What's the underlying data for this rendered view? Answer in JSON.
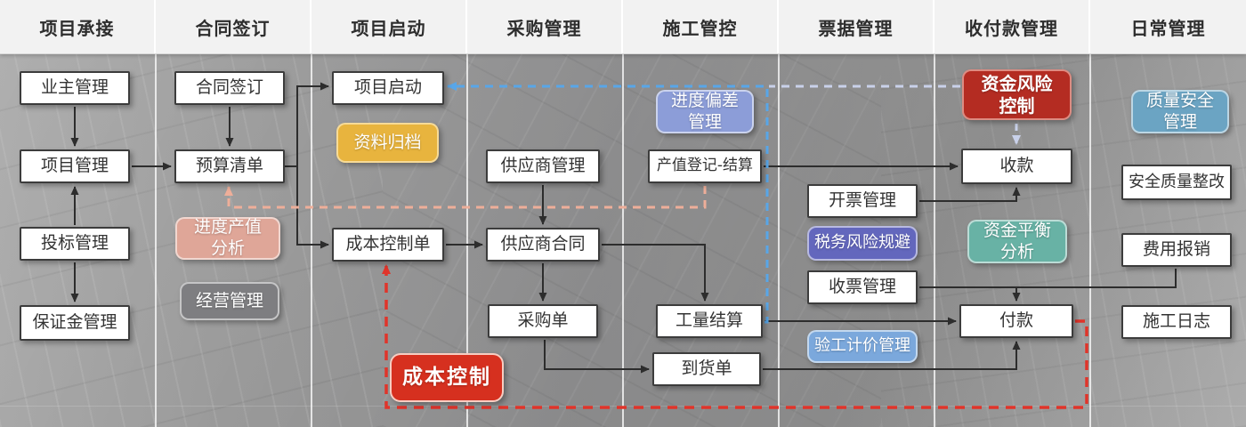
{
  "header": {
    "columns": [
      "项目承接",
      "合同签订",
      "项目启动",
      "采购管理",
      "施工管控",
      "票据管理",
      "收付款管理",
      "日常管理"
    ]
  },
  "nodes": {
    "owner_mgmt": "业主管理",
    "project_mgmt": "项目管理",
    "bidding_mgmt": "投标管理",
    "deposit_mgmt": "保证金管理",
    "contract_signing": "合同签订",
    "budget_list": "预算清单",
    "progress_output_analysis": "进度产值分析",
    "operation_mgmt": "经营管理",
    "project_launch": "项目启动",
    "data_archive": "资料归档",
    "cost_control_sheet": "成本控制单",
    "cost_control": "成本控制",
    "supplier_mgmt": "供应商管理",
    "supplier_contract": "供应商合同",
    "purchase_order": "采购单",
    "delivery_order": "到货单",
    "schedule_deviation_mgmt": "进度偏差管理",
    "output_register_settlement": "产值登记-结算",
    "work_quantity_settlement": "工量结算",
    "invoicing_mgmt": "开票管理",
    "tax_risk_avoidance": "税务风险规避",
    "receipt_invoice_mgmt": "收票管理",
    "work_inspection_pricing": "验工计价管理",
    "fund_risk_control": "资金风险控制",
    "receive_payment": "收款",
    "fund_balance_analysis": "资金平衡分析",
    "make_payment": "付款",
    "quality_safety_mgmt": "质量安全管理",
    "safety_quality_rectification": "安全质量整改",
    "expense_reimbursement": "费用报销",
    "construction_log": "施工日志"
  },
  "colors": {
    "header_bg": "#f2f2f2",
    "canvas_bg": "#9b9b9b",
    "box_bg": "#ffffff",
    "box_border": "#3c3c3c",
    "tag_yellow": "#e8b43e",
    "tag_salmon": "#dfa698",
    "tag_gray": "#7e7e81",
    "tag_periwinkle": "#8c9dd8",
    "tag_indigo": "#6367bd",
    "tag_light_blue": "#7ba8dc",
    "tag_teal": "#68b2a5",
    "tag_steel_blue": "#6ba4c3",
    "tag_dark_red": "#b42c22",
    "tag_bright_red": "#d6301f",
    "arrow_black": "#2d2d2d",
    "dash_red": "#e0342a",
    "dash_blue": "#58a6e8",
    "dash_lavender": "#c9d1ea",
    "dash_pink": "#eeae99"
  }
}
